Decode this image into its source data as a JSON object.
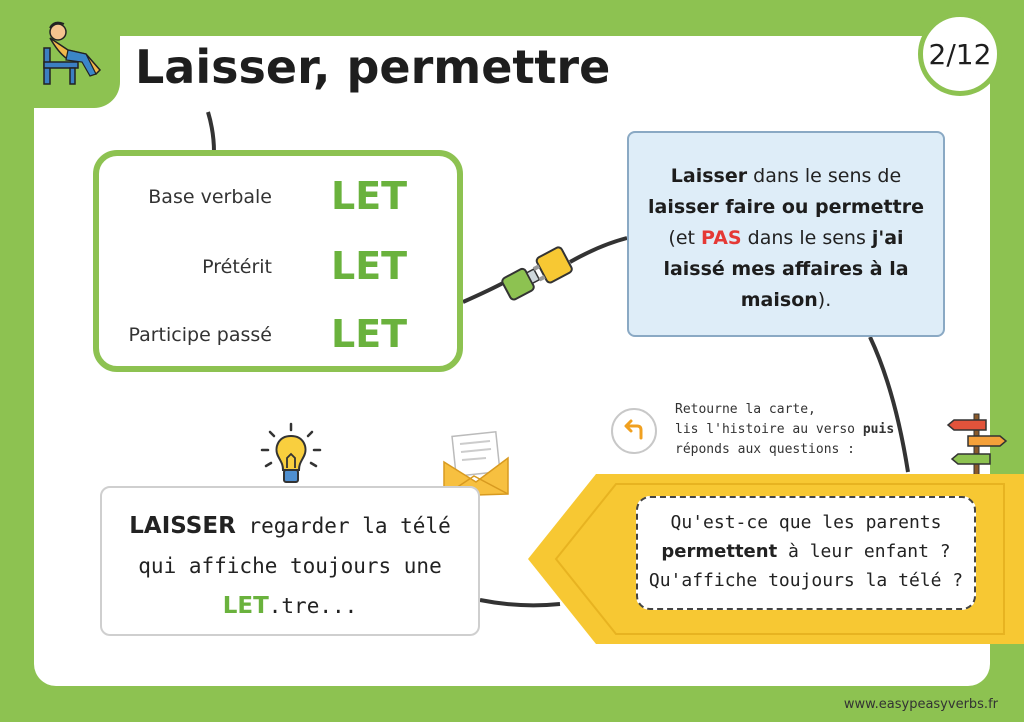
{
  "header": {
    "title": "Laisser, permettre",
    "page_indicator": "2/12"
  },
  "forms": [
    {
      "label": "Base verbale",
      "value": "LET"
    },
    {
      "label": "Prétérit",
      "value": "LET"
    },
    {
      "label": "Participe passé",
      "value": "LET"
    }
  ],
  "meaning": {
    "word": "Laisser",
    "text1": " dans le sens de",
    "phrase": "laisser faire ou permettre",
    "paren_open": "(et ",
    "neg": "PAS",
    "text2": " dans le sens ",
    "example": "j'ai laissé mes affaires à la",
    "example_end": "maison",
    "close": ")."
  },
  "story": {
    "lead": "LAISSER",
    "text1": " regarder la télé",
    "text2": "qui affiche toujours une",
    "keyword": "LET",
    "text3": ".tre..."
  },
  "instruction": {
    "line1": "Retourne la carte,",
    "line2": "lis l'histoire au verso ",
    "line2_bold": "puis",
    "line3": "réponds aux questions :"
  },
  "questions": {
    "q1": "Qu'est-ce que les parents",
    "q2_bold": "permettent",
    "q2": " à leur enfant ?",
    "q3": "Qu'affiche toujours la télé ?"
  },
  "footer": {
    "url": "www.easypeasyverbs.fr"
  },
  "colors": {
    "frame": "#8dc251",
    "accent_green": "#6ab23d",
    "blue_box": "#deedf8",
    "arrow": "#f7c833",
    "negation_red": "#e53935"
  },
  "icons": [
    "relaxing-person-icon",
    "plug-connector-icon",
    "lightbulb-icon",
    "envelope-icon",
    "return-arrow-icon",
    "signpost-icon"
  ]
}
